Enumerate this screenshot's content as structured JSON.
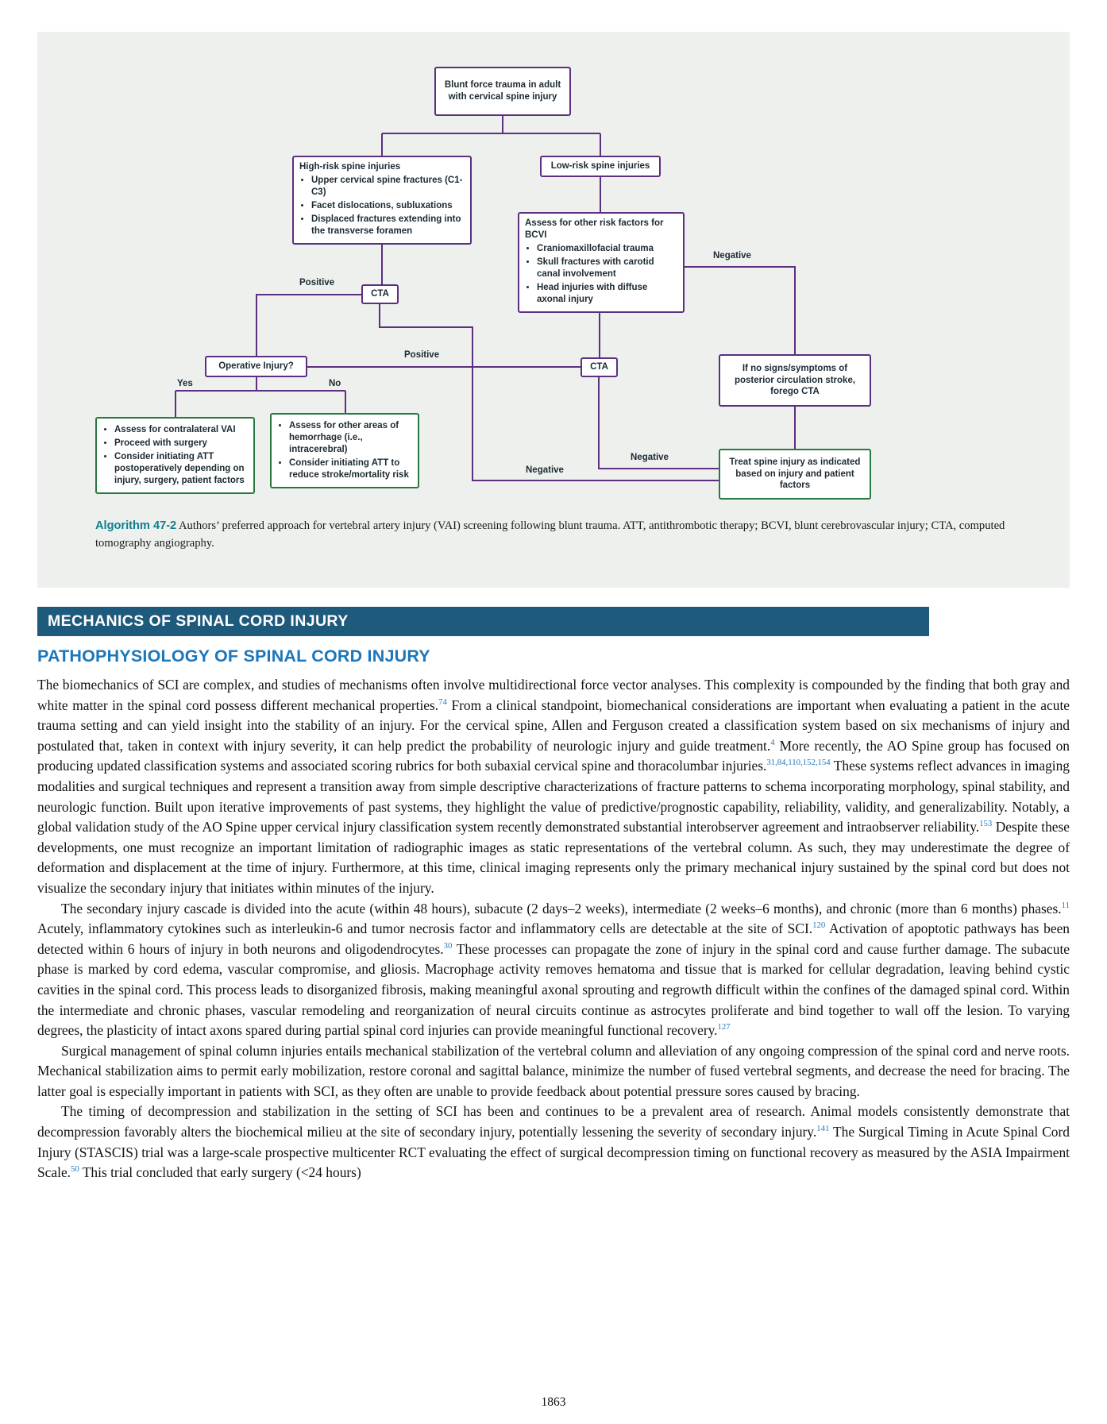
{
  "colors": {
    "purple": "#5c2f7f",
    "green": "#27793f",
    "banner": "#1e5a7c",
    "heading": "#1b76ba",
    "ref": "#2279bd",
    "caption-label": "#0e7f8c",
    "figure-bg": "#eef0ee",
    "node-text": "#1b2a33"
  },
  "figure": {
    "caption_label": "Algorithm 47-2",
    "caption_text": "Authors’ preferred approach for vertebral artery injury (VAI) screening following blunt trauma. ATT, antithrombotic therapy; BCVI, blunt cerebrovascular injury; CTA, computed tomography angiography.",
    "flowchart": {
      "nodes": {
        "trauma": {
          "text": "Blunt force trauma in adult with cervical spine injury"
        },
        "high_risk": {
          "title": "High-risk spine injuries",
          "bullets": [
            "Upper cervical spine fractures (C1-C3)",
            "Facet dislocations, subluxations",
            "Displaced fractures extending into the transverse foramen"
          ]
        },
        "low_risk": {
          "text": "Low-risk spine injuries"
        },
        "bcvi": {
          "title": "Assess for other risk factors for BCVI",
          "bullets": [
            "Craniomaxillofacial trauma",
            "Skull fractures with carotid canal involvement",
            "Head injuries with diffuse axonal injury"
          ]
        },
        "cta_high": {
          "text": "CTA"
        },
        "cta_low": {
          "text": "CTA"
        },
        "operative": {
          "text": "Operative Injury?"
        },
        "no_stroke_signs": {
          "text": "If no signs/symptoms of posterior circulation stroke, forego CTA"
        },
        "operative_yes": {
          "bullets": [
            "Assess for contralateral VAI",
            "Proceed with surgery",
            "Consider initiating ATT postoperatively depending on injury, surgery, patient factors"
          ]
        },
        "operative_no": {
          "bullets": [
            "Assess for other areas of hemorrhage (i.e., intracerebral)",
            "Consider initiating ATT to reduce stroke/mortality risk"
          ]
        },
        "treat": {
          "text": "Treat spine injury as indicated based on injury and patient factors"
        }
      },
      "edge_labels": {
        "positive_high": "Positive",
        "positive_low": "Positive",
        "negative_bcvi": "Negative",
        "negative_cta_low": "Negative",
        "negative_cta_high": "Negative",
        "yes": "Yes",
        "no": "No"
      },
      "edges": [
        {
          "from": "trauma",
          "to": "high_risk"
        },
        {
          "from": "trauma",
          "to": "low_risk"
        },
        {
          "from": "high_risk",
          "to": "cta_high"
        },
        {
          "from": "cta_high",
          "to": "operative",
          "label": "Positive"
        },
        {
          "from": "cta_high",
          "to": "treat",
          "label": "Negative"
        },
        {
          "from": "low_risk",
          "to": "bcvi"
        },
        {
          "from": "bcvi",
          "to": "no_stroke_signs",
          "label": "Negative"
        },
        {
          "from": "bcvi",
          "to": "cta_low"
        },
        {
          "from": "cta_low",
          "to": "operative",
          "label": "Positive"
        },
        {
          "from": "cta_low",
          "to": "treat",
          "label": "Negative"
        },
        {
          "from": "operative",
          "to": "operative_yes",
          "label": "Yes"
        },
        {
          "from": "operative",
          "to": "operative_no",
          "label": "No"
        },
        {
          "from": "no_stroke_signs",
          "to": "treat"
        }
      ]
    }
  },
  "section": {
    "banner": "MECHANICS OF SPINAL CORD INJURY",
    "heading": "PATHOPHYSIOLOGY OF SPINAL CORD INJURY"
  },
  "body": {
    "paragraphs": [
      {
        "indent": false,
        "segments": [
          {
            "t": "The biomechanics of SCI are complex, and studies of mechanisms often involve multidirectional force vector analyses. This complexity is compounded by the finding that both gray and white matter in the spinal cord possess different mechanical properties."
          },
          {
            "sup": "74"
          },
          {
            "t": " From a clinical standpoint, biomechanical considerations are important when evaluating a patient in the acute trauma setting and can yield insight into the stability of an injury. For the cervical spine, Allen and Ferguson created a classification system based on six mechanisms of injury and postulated that, taken in context with injury severity, it can help predict the probability of neurologic injury and guide treatment."
          },
          {
            "sup": "4"
          },
          {
            "t": " More recently, the AO Spine group has focused on producing updated classification systems and associated scoring rubrics for both subaxial cervical spine and thoracolumbar injuries."
          },
          {
            "sup": "31,84,110,152,154"
          },
          {
            "t": " These systems reflect advances in imaging modalities and surgical techniques and represent a transition away from simple descriptive characterizations of fracture patterns to schema incorporating morphology, spinal stability, and neurologic function. Built upon iterative improvements of past systems, they highlight the value of predictive/prognostic capability, reliability, validity, and generalizability. Notably, a global validation study of the AO Spine upper cervical injury classification system recently demonstrated substantial interobserver agreement and intraobserver reliability."
          },
          {
            "sup": "153"
          },
          {
            "t": " Despite these developments, one must recognize an important limitation of radiographic images as static representations of the vertebral column. As such, they may underestimate the degree of deformation and displacement at the time of injury. Furthermore, at this time, clinical imaging represents only the primary mechanical injury sustained by the spinal cord but does not visualize the secondary injury that initiates within minutes of the injury."
          }
        ]
      },
      {
        "indent": true,
        "segments": [
          {
            "t": "The secondary injury cascade is divided into the acute (within 48 hours), subacute (2 days–2 weeks), intermediate (2 weeks–6 months), and chronic (more than 6 months) phases."
          },
          {
            "sup": "11"
          },
          {
            "t": " Acutely, inflammatory cytokines such as interleukin-6 and tumor necrosis factor and inflammatory cells are detectable at the site of SCI."
          },
          {
            "sup": "120"
          },
          {
            "t": " Activation of apoptotic pathways has been detected within 6 hours of injury in both neurons and oligodendrocytes."
          },
          {
            "sup": "30"
          },
          {
            "t": " These processes can propagate the zone of injury in the spinal cord and cause further damage. The subacute phase is marked by cord edema, vascular compromise, and gliosis. Macrophage activity removes hematoma and tissue that is marked for cellular degradation, leaving behind cystic cavities in the spinal cord. This process leads to disorganized fibrosis, making meaningful axonal sprouting and regrowth difficult within the confines of the damaged spinal cord. Within the intermediate and chronic phases, vascular remodeling and reorganization of neural circuits continue as astrocytes proliferate and bind together to wall off the lesion. To varying degrees, the plasticity of intact axons spared during partial spinal cord injuries can provide meaningful functional recovery."
          },
          {
            "sup": "127"
          }
        ]
      },
      {
        "indent": true,
        "segments": [
          {
            "t": "Surgical management of spinal column injuries entails mechanical stabilization of the vertebral column and alleviation of any ongoing compression of the spinal cord and nerve roots. Mechanical stabilization aims to permit early mobilization, restore coronal and sagittal balance, minimize the number of fused vertebral segments, and decrease the need for bracing. The latter goal is especially important in patients with SCI, as they often are unable to provide feedback about potential pressure sores caused by bracing."
          }
        ]
      },
      {
        "indent": true,
        "segments": [
          {
            "t": "The timing of decompression and stabilization in the setting of SCI has been and continues to be a prevalent area of research. Animal models consistently demonstrate that decompression favorably alters the biochemical milieu at the site of secondary injury, potentially lessening the severity of secondary injury."
          },
          {
            "sup": "141"
          },
          {
            "t": " The Surgical Timing in Acute Spinal Cord Injury (STASCIS) trial was a large-scale prospective multicenter RCT evaluating the effect of surgical decompression timing on functional recovery as measured by the ASIA Impairment Scale."
          },
          {
            "sup": "50"
          },
          {
            "t": " This trial concluded that early surgery (<24 hours)"
          }
        ]
      }
    ]
  },
  "page_number": "1863"
}
